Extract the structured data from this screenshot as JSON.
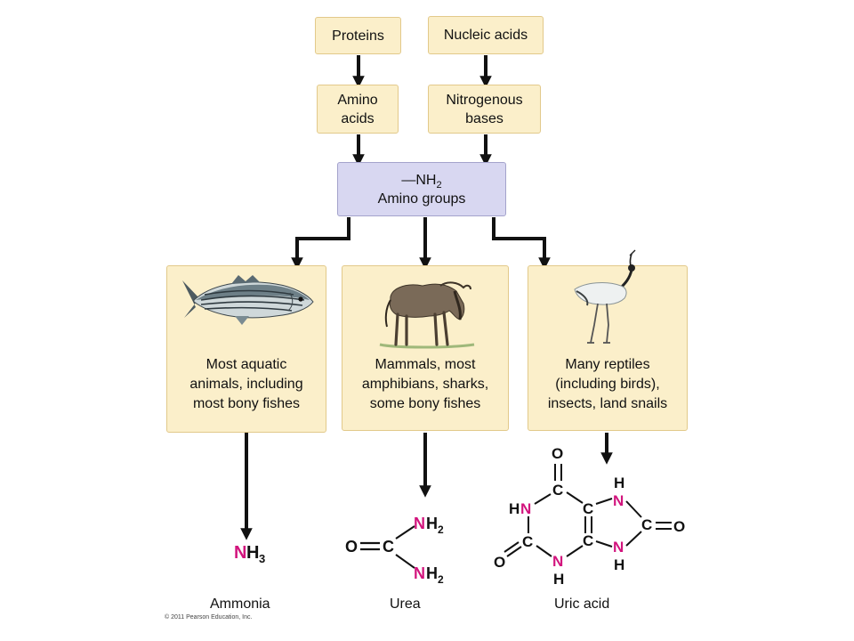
{
  "sources": {
    "proteins": "Proteins",
    "nucleic_acids": "Nucleic acids"
  },
  "intermediates": {
    "amino_acids": "Amino\nacids",
    "nitrogenous_bases": "Nitrogenous\nbases"
  },
  "hub": {
    "formula_prefix": "—NH",
    "formula_sub": "2",
    "label": "Amino groups"
  },
  "groups": [
    {
      "animal": "fish",
      "caption": "Most aquatic\nanimals, including\nmost bony fishes"
    },
    {
      "animal": "wildebeest",
      "caption": "Mammals, most\namphibians, sharks,\nsome bony fishes"
    },
    {
      "animal": "crane",
      "caption": "Many reptiles\n(including birds),\ninsects, land snails"
    }
  ],
  "products": {
    "ammonia": {
      "name": "Ammonia",
      "atoms": {
        "n": "N",
        "h": "H",
        "sub": "3"
      }
    },
    "urea": {
      "name": "Urea",
      "atoms": {
        "o": "O",
        "c": "C",
        "nh2_n": "N",
        "nh2_h": "H",
        "nh2_sub": "2"
      }
    },
    "uric_acid": {
      "name": "Uric acid",
      "atoms": {
        "o": "O",
        "c": "C",
        "n": "N",
        "h": "H"
      }
    }
  },
  "copyright": "© 2011 Pearson Education, Inc.",
  "colors": {
    "box_fill": "#fbefca",
    "box_border": "#e2c98a",
    "hub_fill": "#d8d7f1",
    "nitrogen": "#d2147d",
    "arrow": "#111111"
  }
}
